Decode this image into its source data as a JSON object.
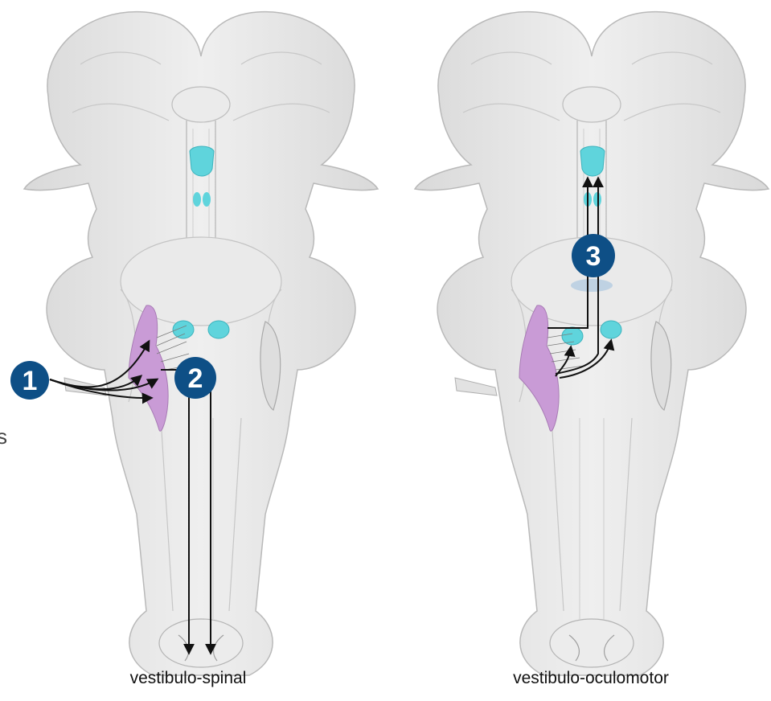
{
  "panels": [
    {
      "caption": "vestibulo-spinal",
      "badges": [
        "1",
        "2"
      ]
    },
    {
      "caption": "vestibulo-oculomotor",
      "badges": [
        "3"
      ]
    }
  ],
  "edge_fragment": "s",
  "colors": {
    "brainstem": "#e4e4e4",
    "outline": "#b9b9b9",
    "vestibular_nucleus": "#c99bd6",
    "oculomotor_nuclei": "#5fd4dc",
    "badge": "#0e4f86",
    "arrow": "#111111"
  }
}
